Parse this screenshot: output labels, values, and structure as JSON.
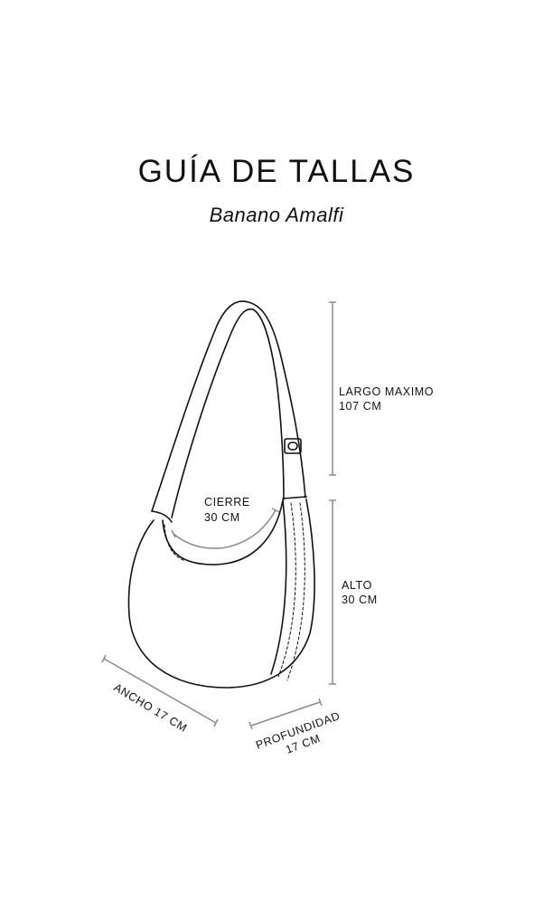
{
  "title": "GUÍA DE TALLAS",
  "subtitle": "Banano Amalfi",
  "measurements": {
    "largo": {
      "label": "LARGO MAXIMO",
      "value": "107 CM"
    },
    "cierre": {
      "label": "CIERRE",
      "value": "30 CM"
    },
    "alto": {
      "label": "ALTO",
      "value": "30 CM"
    },
    "ancho": {
      "label": "ANCHO 17 CM"
    },
    "profundidad": {
      "label": "PROFUNDIDAD",
      "value": "17 CM"
    }
  },
  "colors": {
    "line": "#111111",
    "dimension": "#8a8a8a"
  }
}
